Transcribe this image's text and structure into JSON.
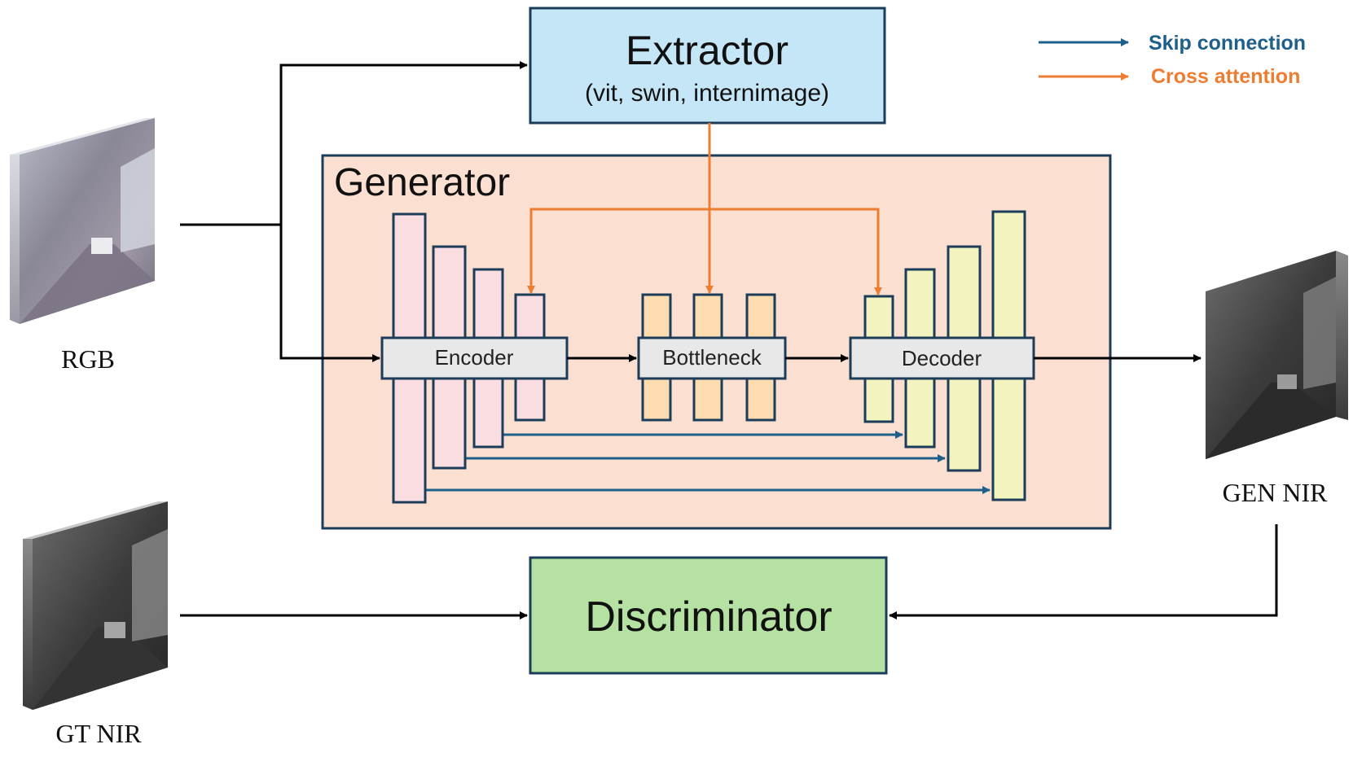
{
  "legend": {
    "skip_label": "Skip connection",
    "cross_label": "Cross attention"
  },
  "extractor": {
    "title": "Extractor",
    "subtitle": "(vit, swin, internimage)"
  },
  "generator": {
    "title": "Generator",
    "encoder_label": "Encoder",
    "bottleneck_label": "Bottleneck",
    "decoder_label": "Decoder"
  },
  "discriminator": {
    "title": "Discriminator"
  },
  "images": {
    "rgb_label": "RGB",
    "gen_nir_label": "GEN NIR",
    "gt_nir_label": "GT NIR"
  },
  "colors": {
    "skip": "#1f5f8b",
    "cross": "#ed7d31",
    "extractor_fill": "#c5e6f6",
    "generator_fill": "#fbe0d2",
    "discriminator_fill": "#b5e2a3",
    "encoder_bars": "#f9dde1",
    "bottleneck_bars": "#fddcb0",
    "decoder_bars": "#f2f3be"
  }
}
